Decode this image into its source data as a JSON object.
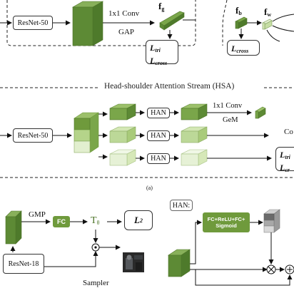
{
  "top": {
    "backbone": "ResNet-50",
    "conv_label": "1x1 Conv",
    "pool_label": "GAP",
    "feat_g": "f",
    "feat_g_sub": "g",
    "feat_b": "f",
    "feat_b_sub": "b",
    "feat_w": "f",
    "feat_w_sub": "w",
    "loss_tri": "L",
    "loss_tri_sub": "tri",
    "loss_cross": "L",
    "loss_cross_sub": "cross",
    "loss_cross2": "L",
    "loss_cross2_sub": "cross"
  },
  "hsa": {
    "title": "Head-shoulder Attention Stream (HSA)",
    "backbone": "ResNet-50",
    "han_label": "HAN",
    "conv_label": "1x1 Conv",
    "pool_label": "GeM",
    "cut_label": "Co",
    "loss_tri": "L",
    "loss_tri_sub": "tri",
    "loss_cross": "L",
    "loss_cross_sub": "cr"
  },
  "caption": "(a)",
  "sampler": {
    "pool_label": "GMP",
    "fc_label": "FC",
    "theta": "T",
    "theta_sub": "θ",
    "loss": "L",
    "loss_sub": "2",
    "backbone": "ResNet-18",
    "sampler_label": "Sampler"
  },
  "han_detail": {
    "title": "HAN:",
    "block_label": "FC+ReLU+FC+ Sigmoid"
  },
  "colors": {
    "dark_green": "#5d8a35",
    "mid_green": "#9cc06a",
    "light_green": "#d6e8b8",
    "fc_green": "#6f9a3c"
  }
}
